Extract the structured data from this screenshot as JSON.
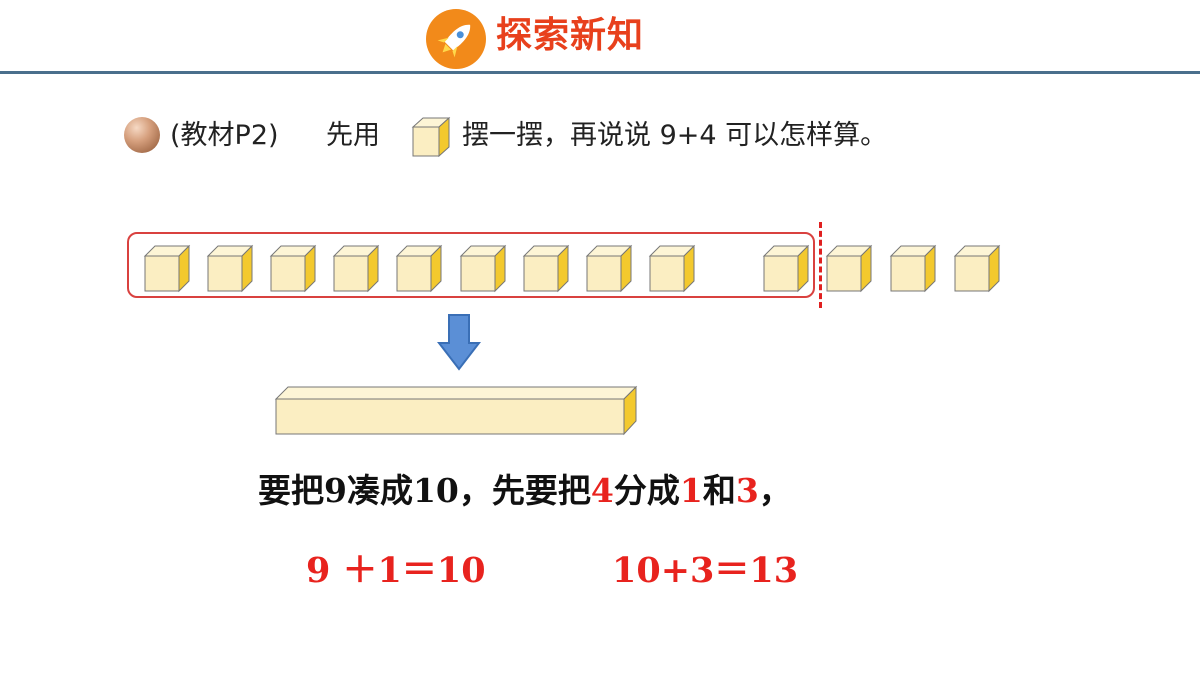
{
  "header": {
    "title": "探索新知",
    "icon": "rocket-icon",
    "line_color": "#4a6f8c",
    "title_color": "#e8401c"
  },
  "question": {
    "bullet_icon": "bead-bullet-icon",
    "source": "(教材P2)",
    "part1": "先用",
    "cube_icon": "cube-icon",
    "part2": "摆一摆，再说说 9+4 可以怎样算。"
  },
  "illustration": {
    "grouped_cubes": 10,
    "remaining_cubes": 3,
    "frame_color": "#d9413f",
    "divider_color": "#e02020",
    "arrow_icon": "down-arrow-icon",
    "arrow_color": "#5b8fd6",
    "rod_icon": "ten-rod-icon",
    "cube_face_color": "#fbeec2",
    "cube_side_color": "#f3c92e"
  },
  "explanation": {
    "t1": "要把9凑成10，先要把",
    "n1": "4",
    "t2": "分成",
    "n2": "1",
    "t3": "和",
    "n3": "3",
    "t4": "，"
  },
  "equations": {
    "eq1": "9 ＋1＝10",
    "eq2": "10+3＝13"
  }
}
